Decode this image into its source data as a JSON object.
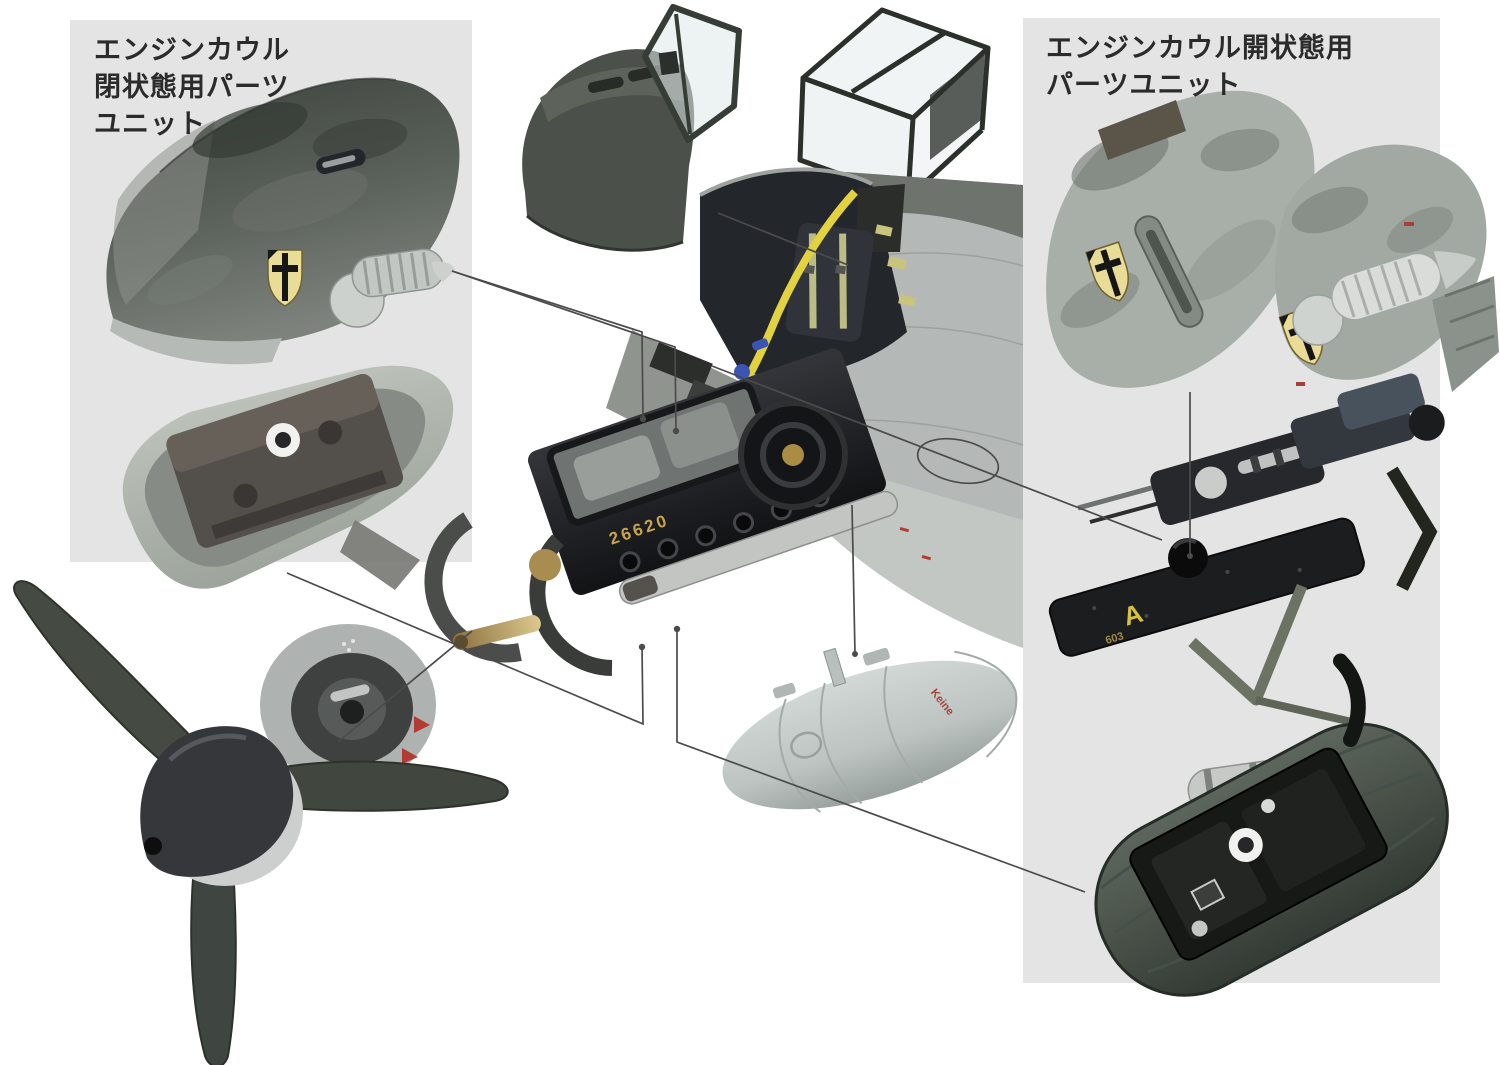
{
  "labels": {
    "left_unit": {
      "line1": "エンジンカウル",
      "line2": "閉状態用パーツ",
      "line3": "ユニット"
    },
    "right_unit": {
      "line1": "エンジンカウル開状態用",
      "line2": "パーツユニット"
    }
  },
  "markings": {
    "engine_number": "26620",
    "mount_letter": "A",
    "mount_number": "603",
    "tank_stencil": "Keine"
  },
  "colors": {
    "background": "#ffffff",
    "callout_panel": "#e4e4e4",
    "leader_line": "#4b4b4b",
    "cowl_dark_green": "#4f554d",
    "cowl_light_camo": "#a8aea8",
    "part_light_gray": "#c3c9c6",
    "engine_black": "#1d1e20",
    "brass_shaft": "#b3935a",
    "gold_stencil": "#c7a54f",
    "cockpit_yellow": "#e3d23f",
    "red_marking": "#b23c34",
    "shield_cream": "#e9dc96",
    "canopy_glass": "#dfe7e9"
  }
}
